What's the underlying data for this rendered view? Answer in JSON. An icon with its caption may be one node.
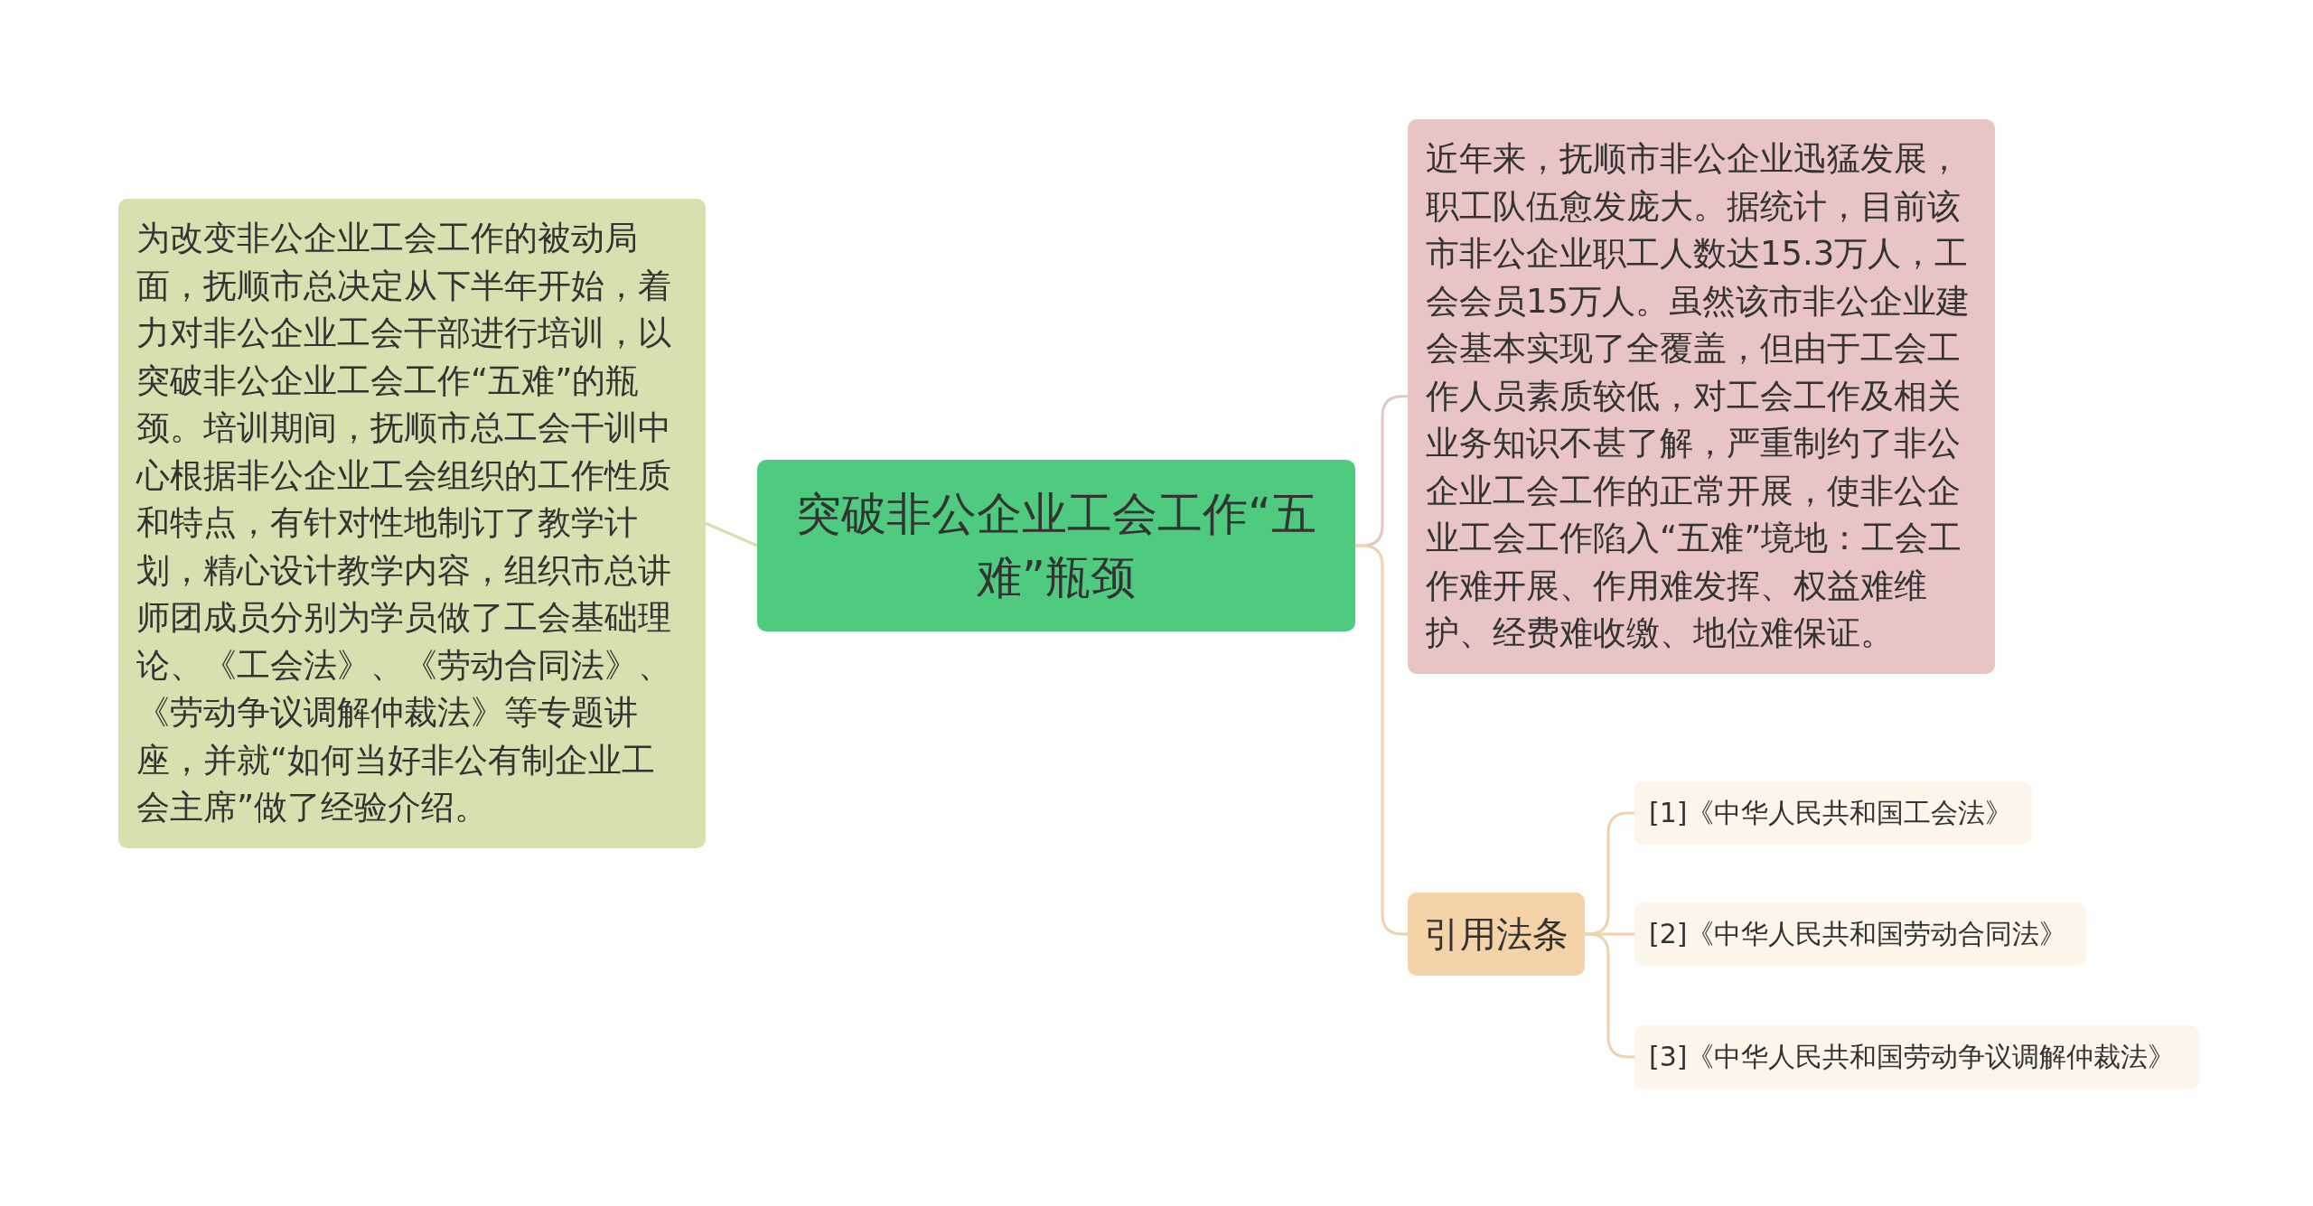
{
  "diagram": {
    "nodes": [
      {
        "text": [
          "突破非公企业工会工作“五难”瓶颈"
        ]
      },
      {
        "text": [
          "为改变非公企业工会工作的被动局面，抚顺市总决定从下半年开始，着力对非公企业工会干部进行培训，以突破非公企业工会工作“五难”的瓶颈。培训期间，抚顺市总工会干训中心根据非公企业工会组织的工作性质和特点，有针对性地制订了教学计划，精心设计教学内容，组织市总讲师团成员分别为学员做了工会基础理论、《工会法》、《劳动合同法》、《劳动争议调解仲裁法》等专题讲座，并就“如何当好非公有制企业工会主席”做了经验介绍。"
        ]
      },
      {
        "text": [
          "近年来，抚顺市非公企业迅猛发展，职工队伍愈发庞大。据统计，目前该市非公企业职工人数达15.3万人，工会会员15万人。虽然该市非公企业建会基本实现了全覆盖，但由于工会工作人员素质较低，对工会工作及相关业务知识不甚了解，严重制约了非公企业工会工作的正常开展，使非公企业工会工作陷入“五难”境地：工会工作难开展、作用难发挥、权益难维护、经费难收缴、地位难保证。"
        ]
      },
      {
        "text": [
          "引用法条"
        ]
      },
      {
        "text": [
          "[1]《中华人民共和国工会法》"
        ]
      },
      {
        "text": [
          "[2]《中华人民共和国劳动合同法》"
        ]
      },
      {
        "text": [
          "[3]《中华人民共和国劳动争议调解仲裁法》"
        ]
      }
    ],
    "edges": [
      {
        "from": 0,
        "to": 1,
        "arrow": "none",
        "color": "#d9dfae"
      },
      {
        "from": 0,
        "to": 2,
        "arrow": "none",
        "color": "#e8c4c4"
      },
      {
        "from": 0,
        "to": 3,
        "arrow": "none"
      },
      {
        "from": 3,
        "to": 4,
        "arrow": "none"
      },
      {
        "from": 3,
        "to": 5,
        "arrow": "none"
      },
      {
        "from": 3,
        "to": 6,
        "arrow": "none"
      }
    ]
  }
}
